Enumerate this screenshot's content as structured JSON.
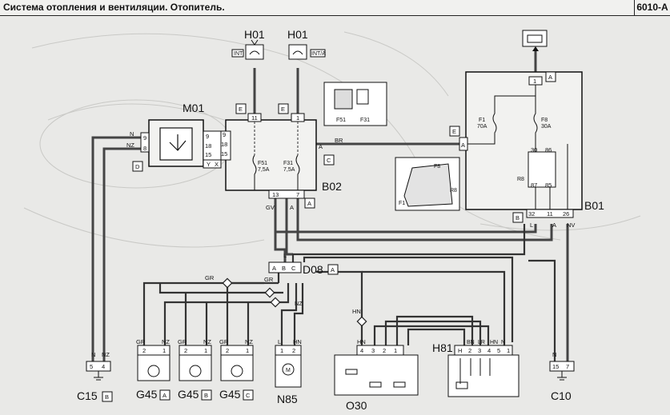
{
  "header": {
    "title": "Система отопления и вентиляции. Отопитель.",
    "code": "6010-A"
  },
  "components": {
    "M01": "M01",
    "B02": "B02",
    "B01": "B01",
    "D08": "D08",
    "H01_left": "H01",
    "H01_right": "H01",
    "H81": "H81",
    "C15": "C15",
    "C10": "C10",
    "N85": "N85",
    "O30": "O30",
    "G45_1": "G45",
    "G45_2": "G45",
    "G45_3": "G45"
  },
  "tags": {
    "M01": "D",
    "B02": "C",
    "B02_conn": "A",
    "B01_conn": "B",
    "B01_top": "A",
    "D08": "A",
    "C15": "B",
    "G45_1": "A",
    "G45_2": "B",
    "G45_3": "C",
    "H01_left": "E",
    "H01_right": "E",
    "B01_side": "E"
  },
  "icon_labels": {
    "H01_left": "INT",
    "H01_right": "INT/A"
  },
  "fuses": {
    "F51": "F51",
    "F51_amp": "7,5A",
    "F31": "F31",
    "F31_amp": "7,5A",
    "F1": "F1",
    "F1_amp": "70A",
    "F8": "F8",
    "F8_amp": "30A",
    "R8": "R8"
  },
  "inset_labels": {
    "F51": "F51",
    "F31": "F31",
    "F8": "F8",
    "R8": "R8",
    "F1": "F1"
  },
  "wire_codes": {
    "N": "N",
    "NZ": "NZ",
    "BR": "BR",
    "GV": "GV",
    "A": "A",
    "L": "L",
    "NV": "NV",
    "GR": "GR",
    "HN": "HN",
    "BN": "BN",
    "LR": "LR"
  },
  "pins": {
    "m01_left": [
      "9",
      "8"
    ],
    "m01_right": [
      "9",
      "18",
      "15"
    ],
    "m01_mid": [
      "9",
      "18",
      "15"
    ],
    "m01_bottom": [
      "Y",
      "X"
    ],
    "b02_top": [
      "11",
      "1"
    ],
    "b02_bottom": [
      "13",
      "7"
    ],
    "b02_side": "A",
    "b01_top": "1",
    "b01_bottom": [
      "32",
      "11",
      "26"
    ],
    "b01_side": "A",
    "relay": [
      "30",
      "86",
      "87",
      "85"
    ],
    "d08": [
      "A",
      "B",
      "C"
    ],
    "g45": [
      "2",
      "1"
    ],
    "n85": [
      "1",
      "2"
    ],
    "o30": [
      "4",
      "3",
      "2",
      "1"
    ],
    "h81": [
      "H",
      "2",
      "3",
      "4",
      "5",
      "1"
    ],
    "c15": [
      "5",
      "4"
    ],
    "c10": [
      "15",
      "7"
    ]
  }
}
